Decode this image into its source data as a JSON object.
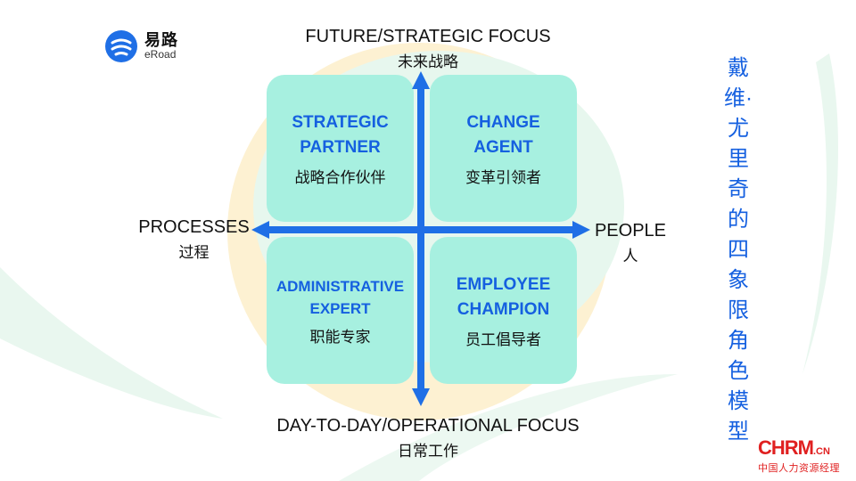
{
  "logo": {
    "name_cn": "易路",
    "name_en": "eRoad"
  },
  "axes": {
    "top": {
      "en": "FUTURE/STRATEGIC FOCUS",
      "cn": "未来战略"
    },
    "bottom": {
      "en": "DAY-TO-DAY/OPERATIONAL FOCUS",
      "cn": "日常工作"
    },
    "left": {
      "en": "PROCESSES",
      "cn": "过程"
    },
    "right": {
      "en": "PEOPLE",
      "cn": "人"
    }
  },
  "quadrants": {
    "top_left": {
      "title": "STRATEGIC\nPARTNER",
      "cn": "战略合作伙伴"
    },
    "top_right": {
      "title": "CHANGE\nAGENT",
      "cn": "变革引领者"
    },
    "bottom_left": {
      "title": "ADMINISTRATIVE\nEXPERT",
      "cn": "职能专家"
    },
    "bottom_right": {
      "title": "EMPLOYEE\nCHAMPION",
      "cn": "员工倡导者"
    }
  },
  "side_title": "戴维·尤里奇的四象限角色模型",
  "watermark": {
    "main": "CHRM",
    "suffix": ".CN",
    "sub": "中国人力资源经理"
  },
  "colors": {
    "accent_blue": "#1560e0",
    "quad_fill": "#a7f0e0",
    "arrow": "#1f6fe6"
  }
}
